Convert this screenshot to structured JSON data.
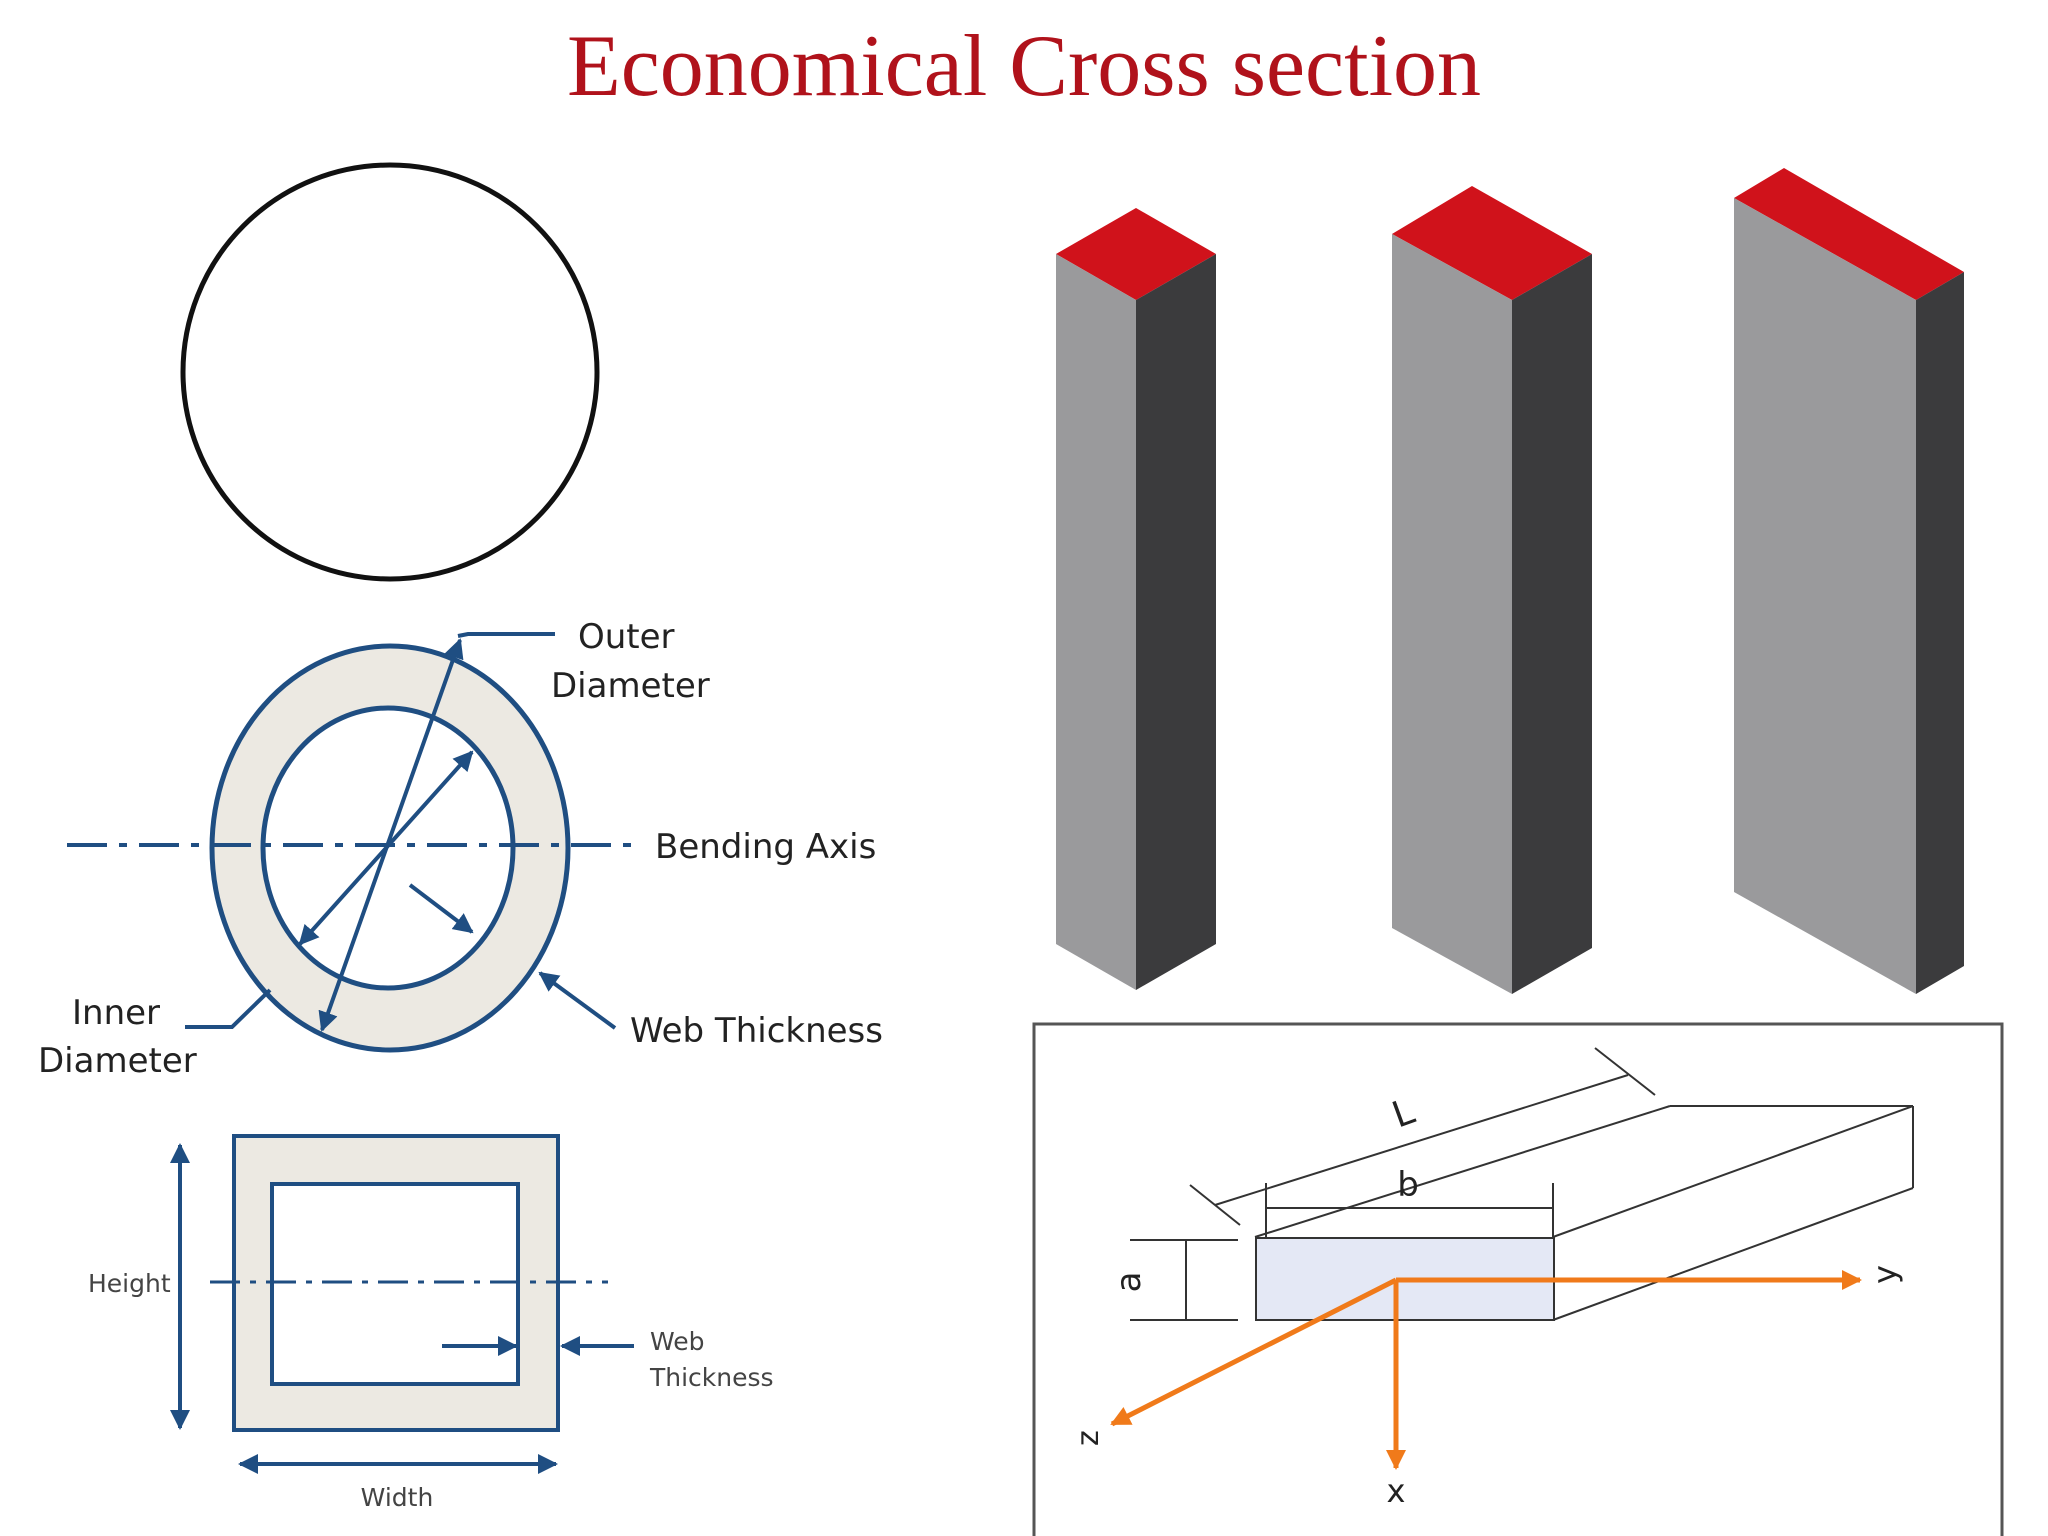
{
  "title": "Economical Cross section",
  "colors": {
    "title": "#b0121b",
    "diagram_blue": "#1f4e82",
    "ring_fill": "#ece9e2",
    "bar_top": "#d0121b",
    "bar_front": "#9a9a9c",
    "bar_side": "#3b3b3d",
    "axis_orange": "#f07a1a",
    "cross_section_fill": "#e4e8f5"
  },
  "circle_diagram": {
    "outer_diameter_label": [
      "Outer",
      "Diameter"
    ],
    "inner_diameter_label": [
      "Inner",
      "Diameter"
    ],
    "bending_axis_label": "Bending Axis",
    "web_thickness_label": "Web Thickness"
  },
  "square_diagram": {
    "height_label": "Height",
    "width_label": "Width",
    "web_thickness_label": [
      "Web",
      "Thickness"
    ]
  },
  "beam_diagram": {
    "length_label": "L",
    "b_label": "b",
    "a_label": "a",
    "y_label": "y",
    "z_label": "z",
    "x_label": "x"
  }
}
